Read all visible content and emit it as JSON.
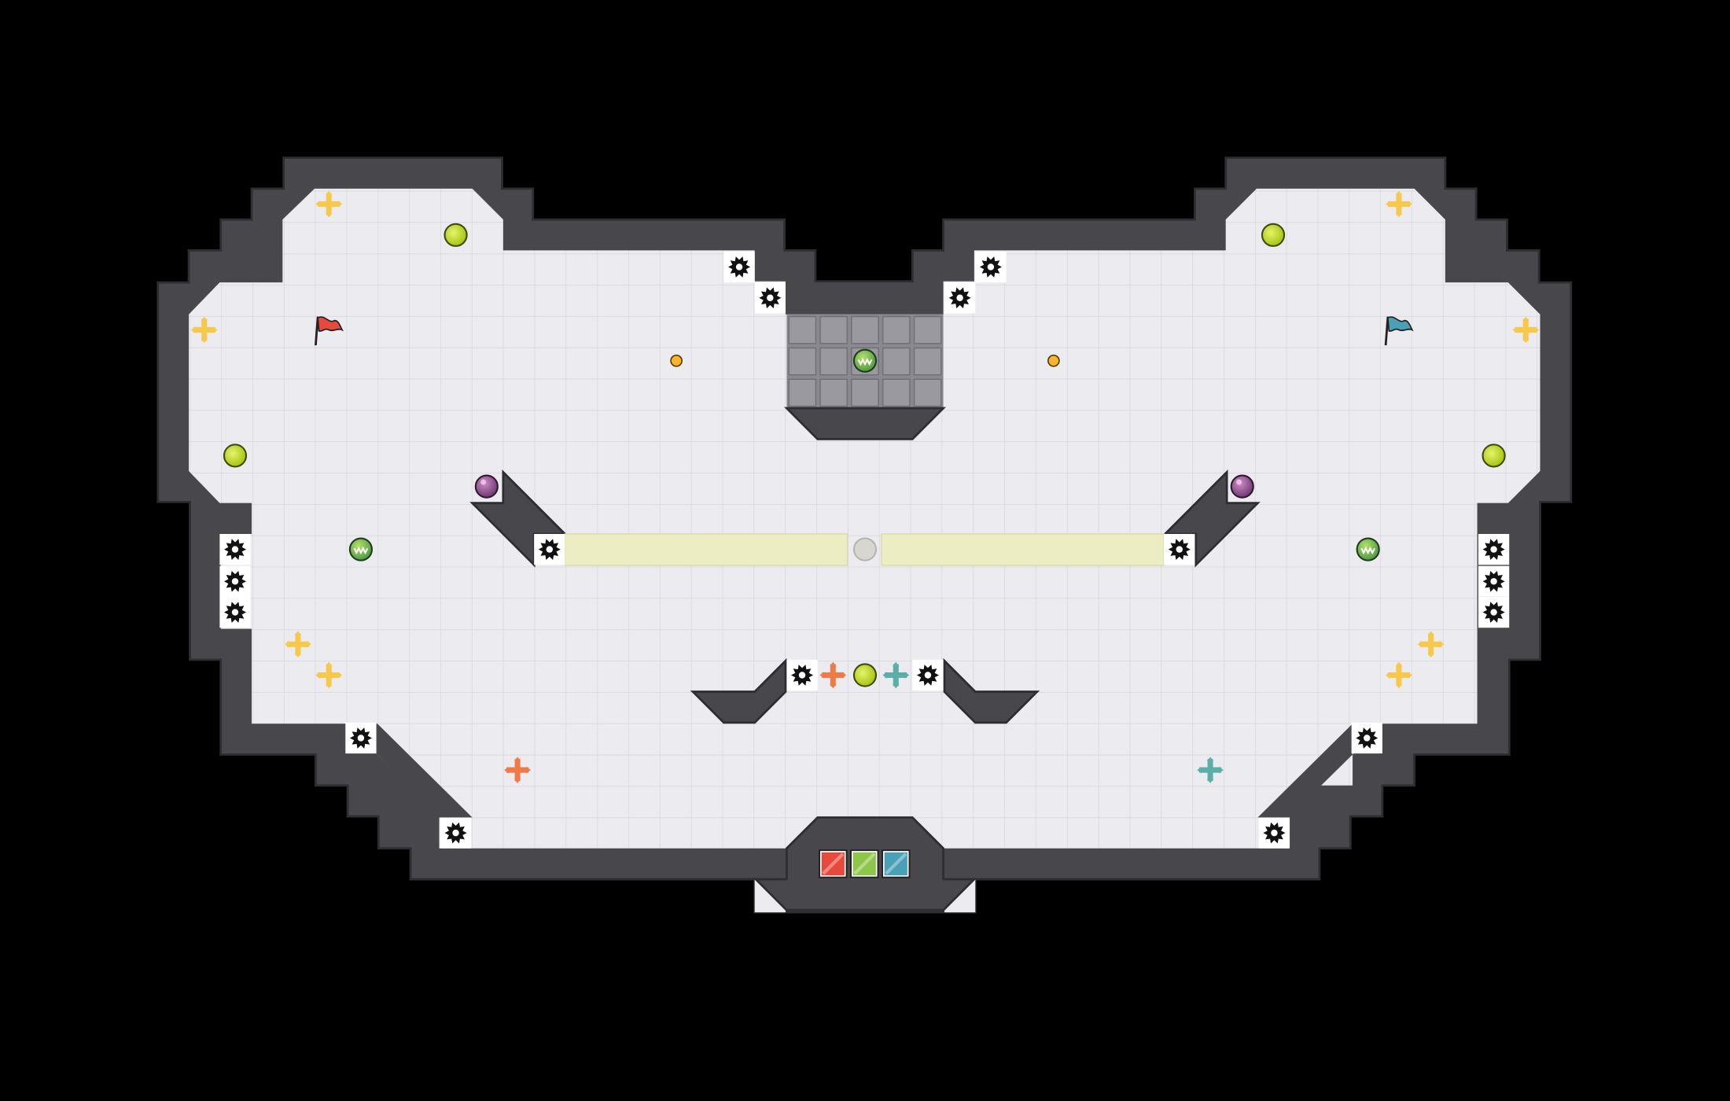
{
  "map": {
    "colors": {
      "background": "#000000",
      "floor": "#ecebef",
      "floor_grid": "#d7d6dc",
      "wall": "#48474c",
      "wall_edge": "#2e2d31",
      "wall_highlight": "#5a595f",
      "grate": "#8a898f",
      "neutral_zone": "#ecedc3",
      "red_team": "#e54a3c",
      "blue_team": "#4aa0b7",
      "orange_boost": "#f07a45",
      "teal_boost": "#5ab0a8",
      "gold_boost": "#f7c84a",
      "lime_button": "#c7e02a",
      "purple_ball": "#9a5aa0",
      "green_portal": "#8ec64a"
    },
    "objects": {
      "red_flag": {
        "team": "red",
        "icon": "flag-icon"
      },
      "blue_flag": {
        "team": "blue",
        "icon": "flag-icon"
      },
      "center_flag_marker": {
        "team": "neutral",
        "icon": "circle-marker-icon"
      },
      "spike_icon": "spike-icon",
      "boost_icon": "boost-cross-icon",
      "button_icon": "pressure-button-icon",
      "portal_icon": "portal-icon",
      "bomb_icon": "bomb-icon",
      "powerup_icon": "powerup-token-icon",
      "team_tiles": [
        "red",
        "green",
        "blue"
      ]
    }
  }
}
